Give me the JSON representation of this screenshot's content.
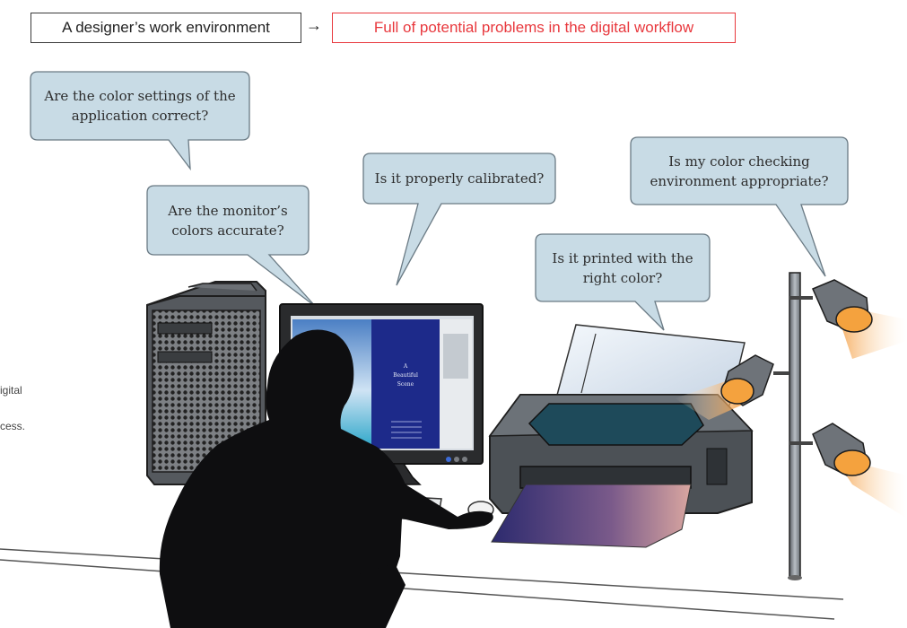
{
  "header": {
    "left_label": "A designer’s work environment",
    "arrow": "→",
    "right_label": "Full of potential problems in the digital workflow"
  },
  "bubbles": {
    "app_settings": "Are the color settings of the application correct?",
    "monitor_colors": "Are the monitor’s colors accurate?",
    "calibrated": "Is it properly calibrated?",
    "printed": "Is it printed with the right color?",
    "environment": "Is my color checking environment appropriate?"
  },
  "side_fragments": {
    "line1": "igital",
    "line2": "cess."
  },
  "screen": {
    "line1": "A",
    "line2": "Beautiful",
    "line3": "Scene"
  },
  "colors": {
    "bubble_fill": "#c8dbe5",
    "bubble_border": "#6a7a84",
    "header_red": "#e8383d",
    "lamp_glow": "#f5a04a",
    "screen_blue": "#1d2a8a"
  }
}
